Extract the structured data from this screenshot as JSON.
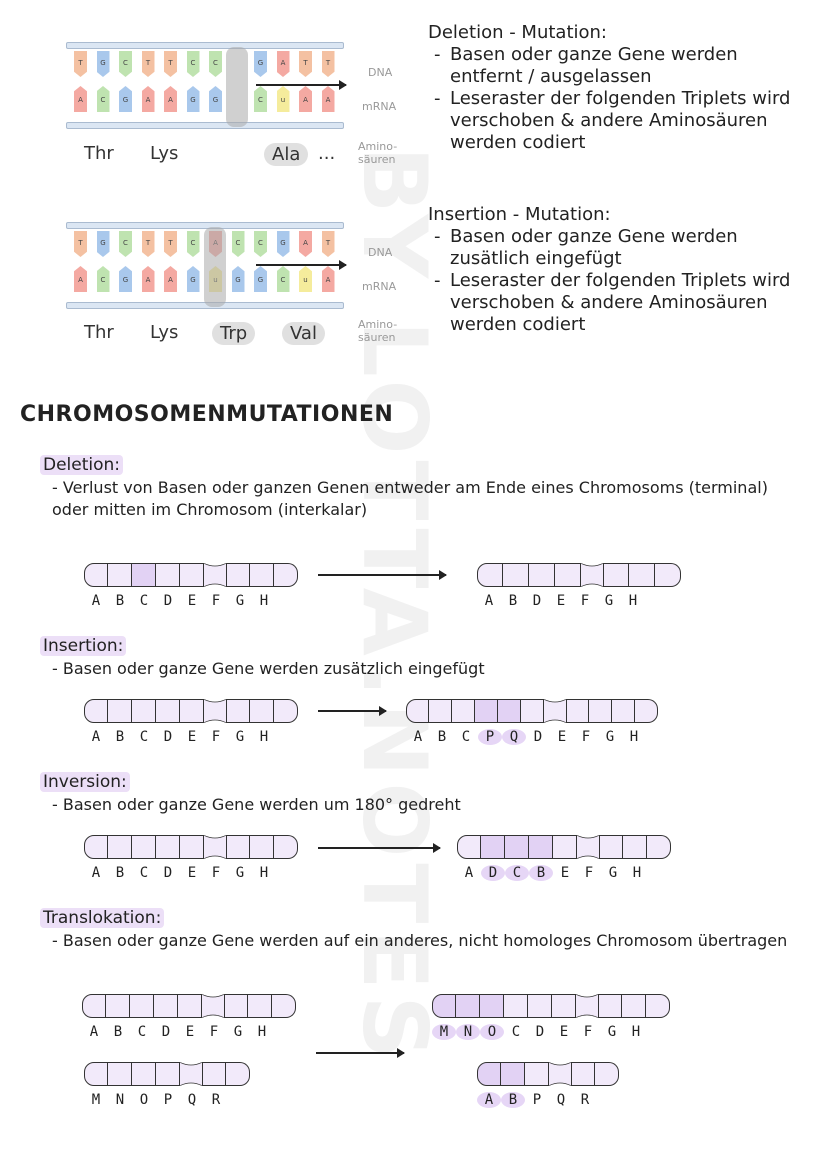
{
  "watermark": "BY LOTTA.NOTES",
  "deletion_mutation": {
    "title": "Deletion - Mutation:",
    "points": [
      "Basen oder ganze Gene werden entfernt / ausgelassen",
      "Leseraster der folgenden Triplets wird verschoben & andere Aminosäuren werden codiert"
    ],
    "dna_top": [
      "T",
      "G",
      "C",
      "T",
      "T",
      "C",
      "C",
      "",
      "G",
      "A",
      "T",
      "T"
    ],
    "dna_bottom": [
      "A",
      "C",
      "G",
      "A",
      "A",
      "G",
      "G",
      "",
      "C",
      "u",
      "A",
      "A"
    ],
    "aminos": [
      "Thr",
      "Lys",
      "Ala",
      "..."
    ],
    "labels": [
      "DNA",
      "mRNA",
      "Amino-\nsäuren"
    ]
  },
  "insertion_mutation": {
    "title": "Insertion - Mutation:",
    "points": [
      "Basen oder ganze Gene werden zusätlich eingefügt",
      "Leseraster der folgenden Triplets wird verschoben & andere Aminosäuren werden codiert"
    ],
    "dna_top": [
      "T",
      "G",
      "C",
      "T",
      "T",
      "C",
      "A",
      "C",
      "C",
      "G",
      "A",
      "T"
    ],
    "dna_bottom": [
      "A",
      "C",
      "G",
      "A",
      "A",
      "G",
      "u",
      "G",
      "G",
      "C",
      "u",
      "A"
    ],
    "aminos": [
      "Thr",
      "Lys",
      "Trp",
      "Val"
    ],
    "labels": [
      "DNA",
      "mRNA",
      "Amino-\nsäuren"
    ]
  },
  "section_title": "CHROMOSOMENMUTATIONEN",
  "chrom": {
    "deletion": {
      "title": "Deletion:",
      "desc": "- Verlust von Basen oder ganzen Genen entweder am Ende eines Chromosoms (terminal) oder mitten im Chromosom (interkalar)",
      "before": [
        "A",
        "B",
        "C",
        "D",
        "E",
        "F",
        "G",
        "H"
      ],
      "after": [
        "A",
        "B",
        "D",
        "E",
        "F",
        "G",
        "H"
      ]
    },
    "insertion": {
      "title": "Insertion:",
      "desc": "- Basen oder ganze Gene werden zusätzlich eingefügt",
      "before": [
        "A",
        "B",
        "C",
        "D",
        "E",
        "F",
        "G",
        "H"
      ],
      "after": [
        "A",
        "B",
        "C",
        "P",
        "Q",
        "D",
        "E",
        "F",
        "G",
        "H"
      ]
    },
    "inversion": {
      "title": "Inversion:",
      "desc": "- Basen oder ganze Gene werden um 180° gedreht",
      "before": [
        "A",
        "B",
        "C",
        "D",
        "E",
        "F",
        "G",
        "H"
      ],
      "after": [
        "A",
        "D",
        "C",
        "B",
        "E",
        "F",
        "G",
        "H"
      ]
    },
    "translokation": {
      "title": "Translokation:",
      "desc": "- Basen oder ganze Gene werden auf ein anderes, nicht homologes Chromosom übertragen",
      "before1": [
        "A",
        "B",
        "C",
        "D",
        "E",
        "F",
        "G",
        "H"
      ],
      "before2": [
        "M",
        "N",
        "O",
        "P",
        "Q",
        "R"
      ],
      "after1": [
        "M",
        "N",
        "O",
        "C",
        "D",
        "E",
        "F",
        "G",
        "H"
      ],
      "after2": [
        "A",
        "B",
        "P",
        "Q",
        "R"
      ]
    }
  }
}
